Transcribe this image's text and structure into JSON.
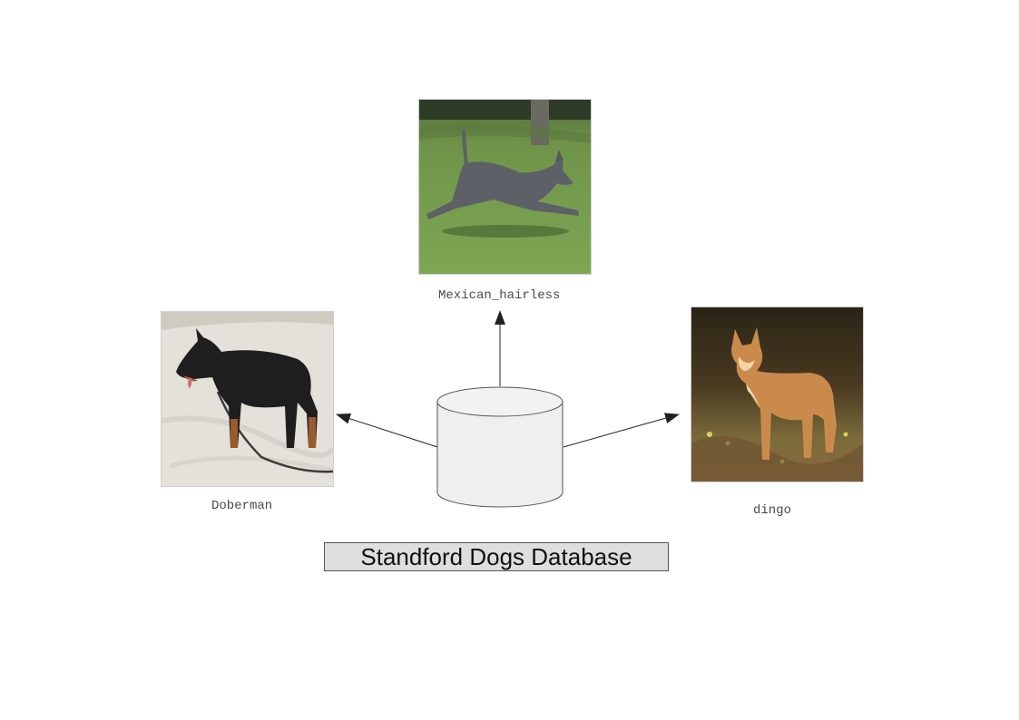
{
  "database": {
    "label": "Standford Dogs Database"
  },
  "breeds": [
    {
      "label": "Mexican_hairless",
      "photo": "grey hairless dog leaping across green grass"
    },
    {
      "label": "Doberman",
      "photo": "black and tan doberman on a leash standing on sand"
    },
    {
      "label": "dingo",
      "photo": "tan dingo standing in dry grassland"
    }
  ],
  "colors": {
    "arrow": "#222222",
    "cylinder_fill": "#efefef",
    "cylinder_stroke": "#555555",
    "label_fill": "#dedede"
  }
}
